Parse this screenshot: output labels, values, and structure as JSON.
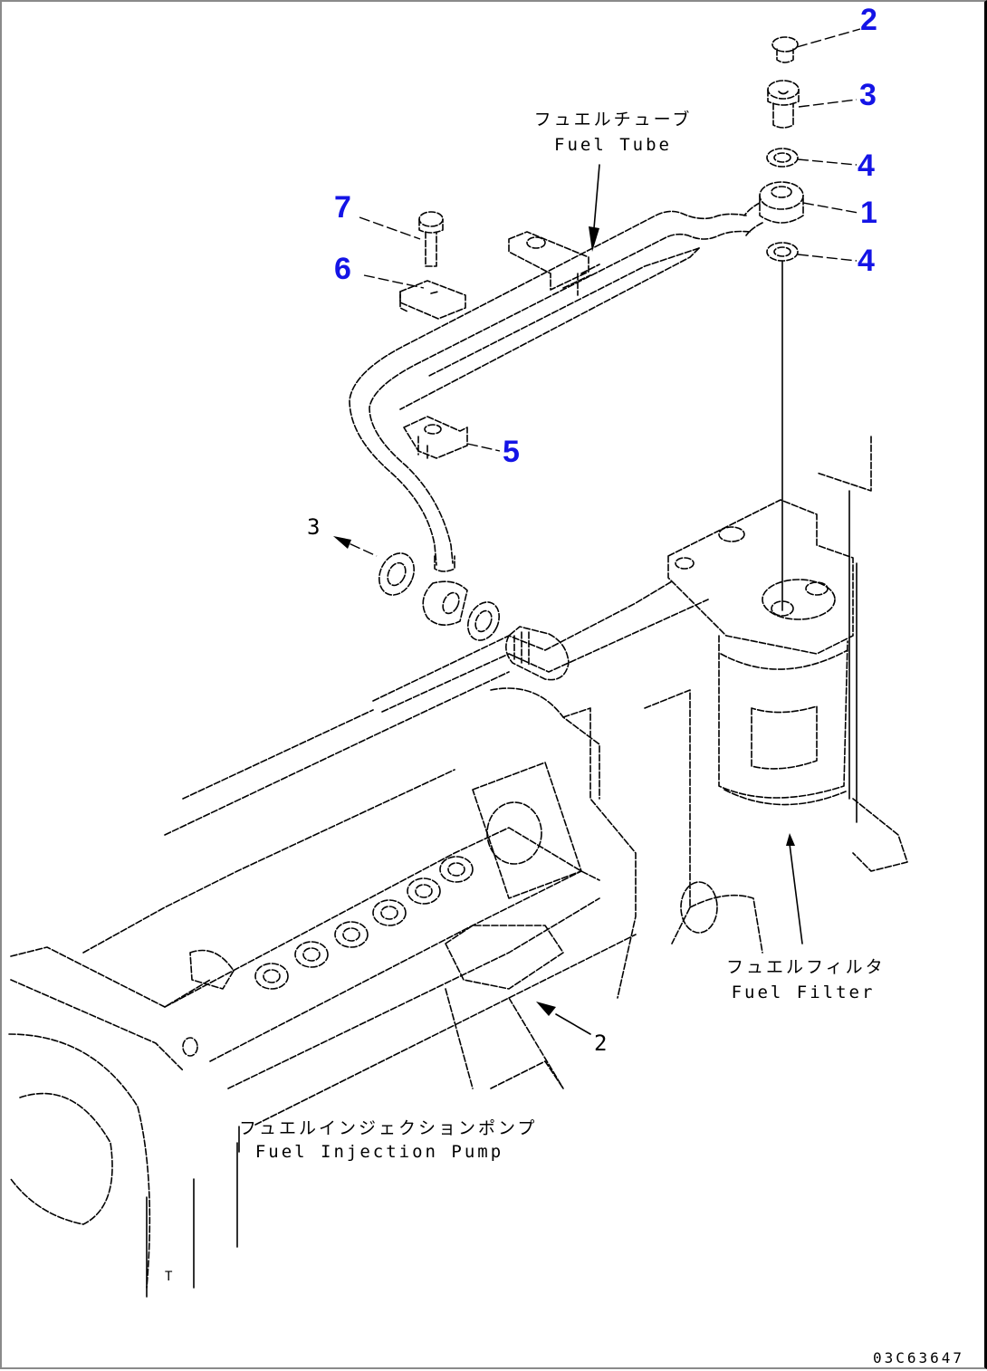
{
  "diagram": {
    "title": "Fuel Tube assembly — parts catalog illustration",
    "drawing_code": "03C63647",
    "accent_color": "#1414e6",
    "callouts": [
      {
        "id": "2",
        "label": "2",
        "part": "bolt-cap"
      },
      {
        "id": "3",
        "label": "3",
        "part": "joint-bolt"
      },
      {
        "id": "4a",
        "label": "4",
        "part": "washer-upper"
      },
      {
        "id": "1",
        "label": "1",
        "part": "fuel-tube-eye-joint"
      },
      {
        "id": "4b",
        "label": "4",
        "part": "washer-lower"
      },
      {
        "id": "7",
        "label": "7",
        "part": "bolt"
      },
      {
        "id": "6",
        "label": "6",
        "part": "clamp"
      },
      {
        "id": "5",
        "label": "5",
        "part": "clip"
      }
    ],
    "labels": {
      "fuel_tube_jp": "フュエルチューブ",
      "fuel_tube_en": "Fuel Tube",
      "fuel_filter_jp": "フュエルフィルタ",
      "fuel_filter_en": "Fuel Filter",
      "injection_pump_jp": "フュエルインジェクションポンプ",
      "injection_pump_en": "Fuel Injection Pump"
    },
    "refs": {
      "ref_3": "3",
      "ref_2": "2",
      "mark_t": "T"
    }
  }
}
